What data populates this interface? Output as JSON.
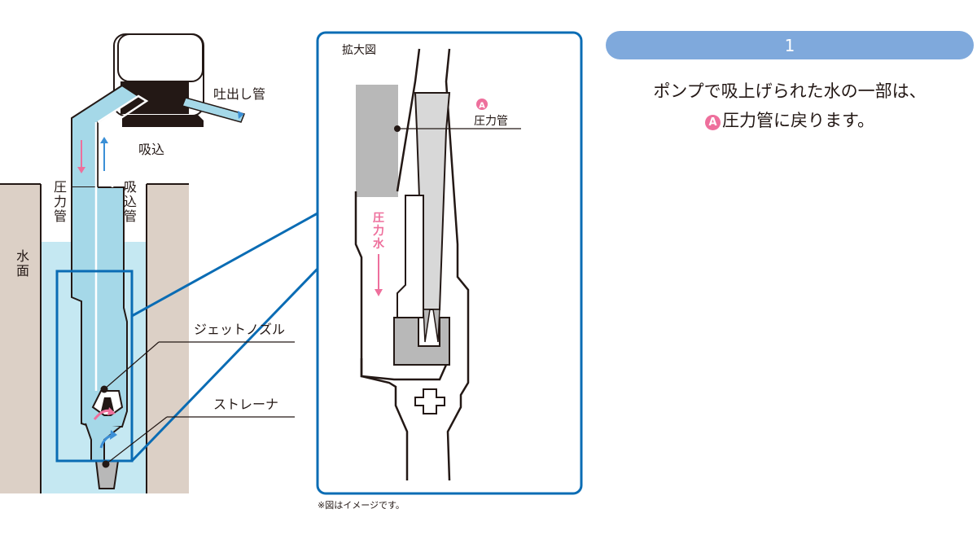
{
  "left_diagram": {
    "discharge_pipe_label": "吐出し管",
    "suction_label": "吸込",
    "pressure_pipe_label": "圧力管",
    "suction_pipe_label": "吸込管",
    "water_surface_label": "水面",
    "jet_nozzle_label": "ジェットノズル",
    "strainer_label": "ストレーナ"
  },
  "zoom_panel": {
    "title": "拡大図",
    "marker": "A",
    "pressure_pipe_label": "圧力管",
    "pressure_water_label": "圧力水"
  },
  "step": {
    "number": "1",
    "line1": "ポンプで吸上げられた水の一部は、",
    "marker": "A",
    "line2": "圧力管に戻ります。"
  },
  "note": "※図はイメージです。",
  "colors": {
    "pipe_fill": "#a5d8e8",
    "water": "#c5e8f2",
    "soil": "#dcd0c6",
    "frame_blue": "#0a6cb4",
    "arrow_pink": "#ee6f9c",
    "arrow_blue": "#3b8fd6",
    "step_bar": "#7fa9dc",
    "grey_part": "#b8b8b8"
  }
}
